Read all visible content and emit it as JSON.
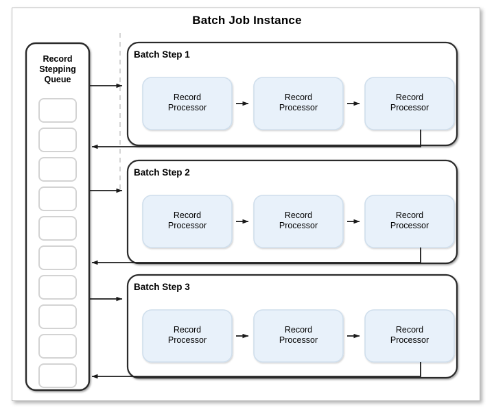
{
  "diagram": {
    "title": "Batch Job Instance",
    "type": "flow-diagram",
    "colors": {
      "processor_fill": "#e8f1fa",
      "processor_border": "#c8d8e8",
      "panel_border": "#b9b9b9",
      "stroke": "#1a1a1a",
      "slot_border": "#d0d0d0",
      "divider_dashed": "#cccccc",
      "background": "#ffffff"
    }
  },
  "queue": {
    "name": "record-stepping-queue",
    "title_lines": [
      "Record",
      "Stepping",
      "Queue"
    ],
    "slot_count": 10,
    "slots": [
      {
        "index": 1,
        "label": ""
      },
      {
        "index": 2,
        "label": ""
      },
      {
        "index": 3,
        "label": ""
      },
      {
        "index": 4,
        "label": ""
      },
      {
        "index": 5,
        "label": ""
      },
      {
        "index": 6,
        "label": ""
      },
      {
        "index": 7,
        "label": ""
      },
      {
        "index": 8,
        "label": ""
      },
      {
        "index": 9,
        "label": ""
      },
      {
        "index": 10,
        "label": ""
      }
    ]
  },
  "steps": [
    {
      "id": "batch-step-1",
      "title": "Batch Step 1",
      "processors": [
        {
          "line1": "Record",
          "line2": "Processor"
        },
        {
          "line1": "Record",
          "line2": "Processor"
        },
        {
          "line1": "Record",
          "line2": "Processor"
        }
      ]
    },
    {
      "id": "batch-step-2",
      "title": "Batch Step 2",
      "processors": [
        {
          "line1": "Record",
          "line2": "Processor"
        },
        {
          "line1": "Record",
          "line2": "Processor"
        },
        {
          "line1": "Record",
          "line2": "Processor"
        }
      ]
    },
    {
      "id": "batch-step-3",
      "title": "Batch Step 3",
      "processors": [
        {
          "line1": "Record",
          "line2": "Processor"
        },
        {
          "line1": "Record",
          "line2": "Processor"
        },
        {
          "line1": "Record",
          "line2": "Processor"
        }
      ]
    }
  ],
  "connectors": {
    "dispatch_arrows": 3,
    "return_arrows": 3,
    "inline_arrows_per_step": 2
  }
}
